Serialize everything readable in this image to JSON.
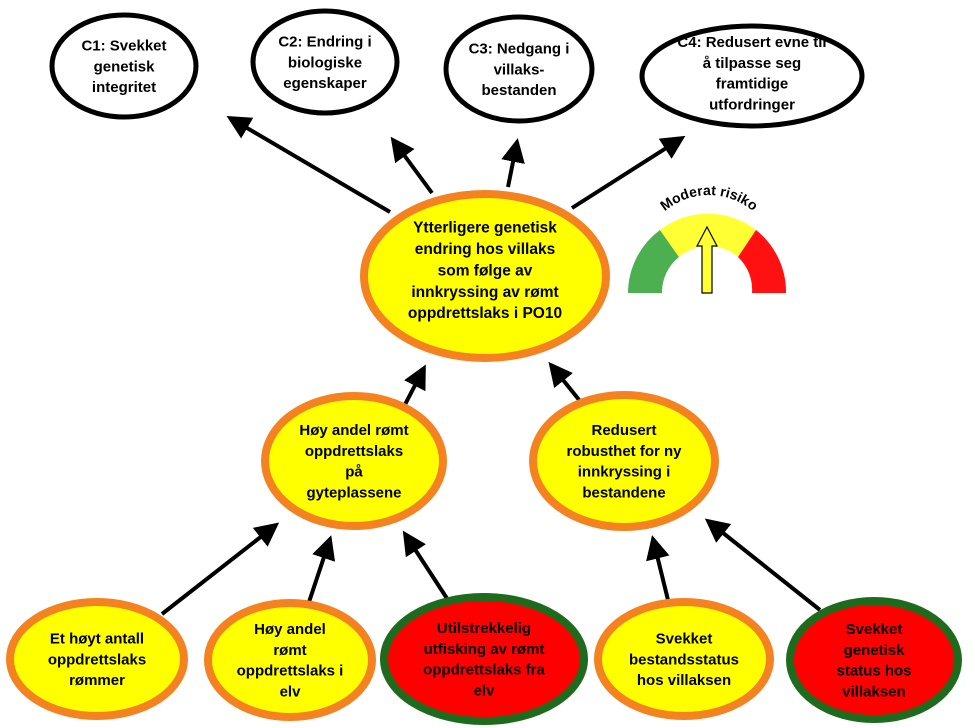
{
  "consequences": [
    {
      "id": "c1",
      "label": "C1: Svekket genetisk integritet"
    },
    {
      "id": "c2",
      "label": "C2: Endring i biologiske egenskaper"
    },
    {
      "id": "c3",
      "label": "C3: Nedgang i villaks-bestanden"
    },
    {
      "id": "c4",
      "label": "C4: Redusert evne til å tilpasse seg framtidige utfordringer"
    }
  ],
  "central": {
    "label": "Ytterligere genetisk endring hos villaks som følge av innkryssing av rømt oppdrettslaks i PO10"
  },
  "intermediate": [
    {
      "id": "mid1",
      "label": "Høy andel rømt oppdrettslaks på gyteplassene"
    },
    {
      "id": "mid2",
      "label": "Redusert robusthet for ny innkryssing i bestandene"
    }
  ],
  "factors": [
    {
      "id": "f1",
      "label": "Et høyt antall oppdrettslaks rømmer",
      "status": "yellow"
    },
    {
      "id": "f2",
      "label": "Høy andel rømt oppdrettslaks i elv",
      "status": "yellow"
    },
    {
      "id": "f3",
      "label": "Utilstrekkelig utfisking av rømt oppdrettslaks fra elv",
      "status": "red"
    },
    {
      "id": "f4",
      "label": "Svekket bestandsstatus hos villaksen",
      "status": "yellow"
    },
    {
      "id": "f5",
      "label": "Svekket genetisk status hos villaksen",
      "status": "red"
    }
  ],
  "gauge": {
    "label": "Moderat risiko",
    "level": "moderate"
  },
  "colors": {
    "yellow": "#ffff00",
    "red": "#ff0000",
    "orange_border": "#f58220",
    "green_border": "#1e6b1e",
    "gauge_green": "#4caf50",
    "gauge_yellow": "#ffff33",
    "gauge_red": "#ff1111",
    "black": "#000000"
  }
}
